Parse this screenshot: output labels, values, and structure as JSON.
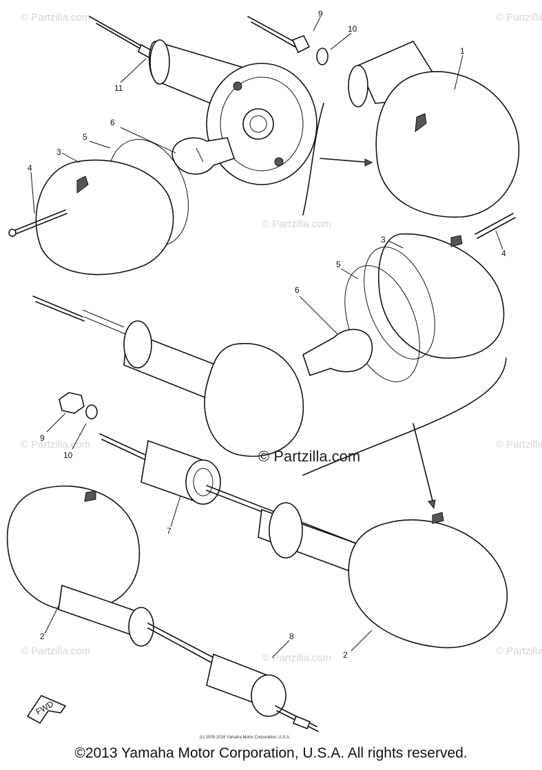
{
  "watermark": {
    "text": "© Partzilla.com",
    "center_text": "© Partzilla.com"
  },
  "callouts": [
    "1",
    "2",
    "2",
    "3",
    "3",
    "4",
    "4",
    "5",
    "5",
    "6",
    "6",
    "7",
    "8",
    "9",
    "9",
    "10",
    "10",
    "11"
  ],
  "fwd_label": "FWD",
  "small_copyright": "(c) 2005-2016 Yamaha Motor Corporation, U.S.A.",
  "footer": "©2013 Yamaha Motor Corporation, U.S.A. All rights reserved."
}
